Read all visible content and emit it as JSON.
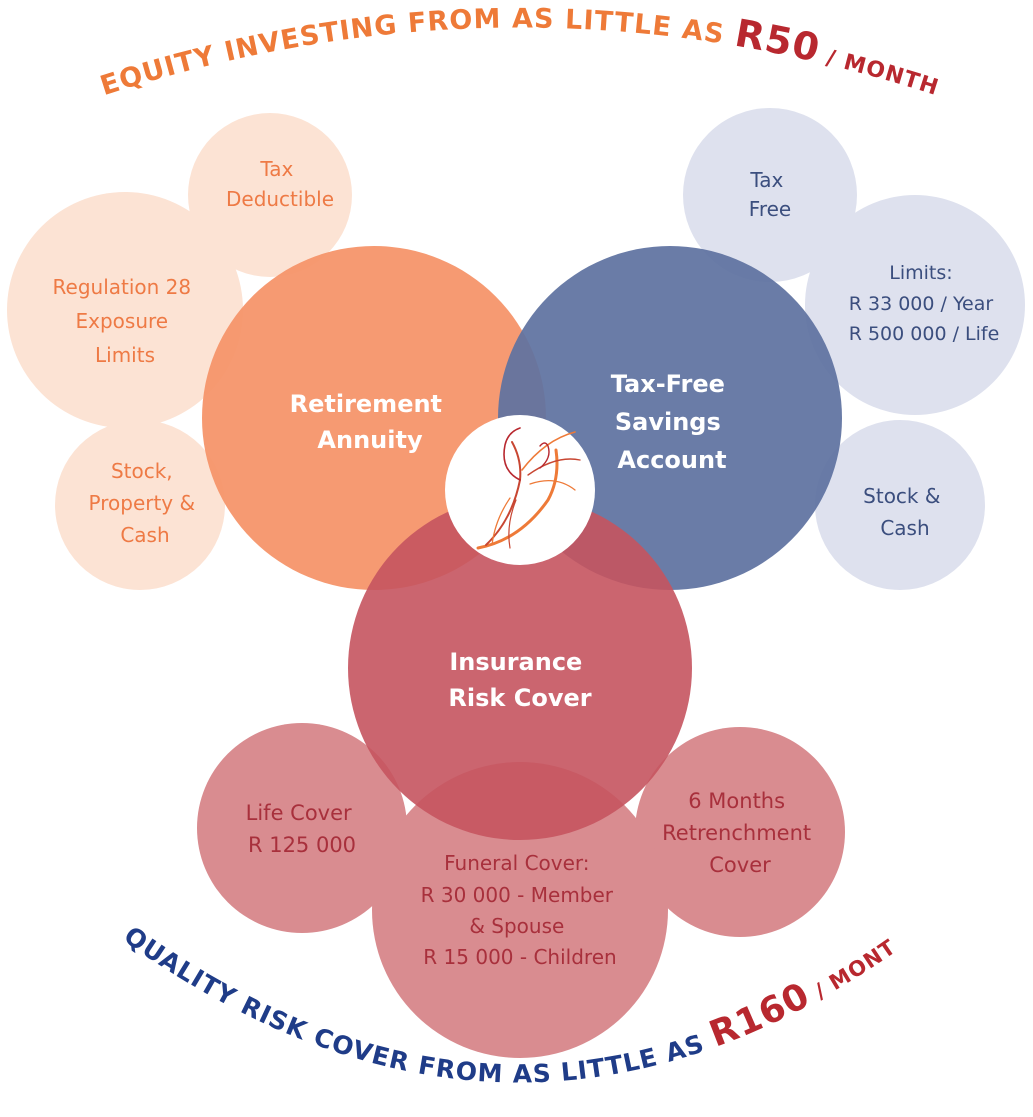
{
  "top_banner": {
    "text_main": "EQUITY INVESTING FROM AS LITTLE AS ",
    "amount": "R50",
    "suffix": " / MONTH"
  },
  "bottom_banner": {
    "text_main": "QUALITY RISK COVER FROM AS LITTLE AS ",
    "amount": "R160",
    "suffix": " / MONTH"
  },
  "products": {
    "retirement": {
      "line1": "Retirement",
      "line2": "Annuity"
    },
    "tfsa": {
      "line1": "Tax-Free",
      "line2": "Savings",
      "line3": "Account"
    },
    "insurance": {
      "line1": "Insurance",
      "line2": "Risk Cover"
    }
  },
  "retirement_features": {
    "tax": {
      "line1": "Tax",
      "line2": "Deductible"
    },
    "regulation": {
      "line1": "Regulation 28",
      "line2": "Exposure",
      "line3": "Limits"
    },
    "assets": {
      "line1": "Stock,",
      "line2": "Property &",
      "line3": "Cash"
    }
  },
  "tfsa_features": {
    "tax": {
      "line1": "Tax",
      "line2": "Free"
    },
    "limits": {
      "line1": "Limits:",
      "line2": "R 33 000 / Year",
      "line3": "R 500 000 / Life"
    },
    "assets": {
      "line1": "Stock &",
      "line2": "Cash"
    }
  },
  "insurance_features": {
    "life": {
      "line1": "Life Cover",
      "line2": "R 125 000"
    },
    "funeral": {
      "line1": "Funeral Cover:",
      "line2": "R 30 000 - Member",
      "line3": "& Spouse",
      "line4": "R 15 000 - Children"
    },
    "retrenchment": {
      "line1": "6 Months",
      "line2": "Retrenchment",
      "line3": "Cover"
    }
  },
  "colors": {
    "orange": "#F5956A",
    "orange_text": "#EE7A45",
    "orange_light": "#FCE3D4",
    "blue": "#5F72A0",
    "blue_text": "#3B4E7E",
    "blue_light": "#DEE1EE",
    "red": "#C85F68",
    "red_text": "#A8303C",
    "red_light": "#D98C90",
    "banner_orange": "#EE7A38",
    "banner_red": "#B8282F",
    "banner_navy": "#1F3C88"
  },
  "logo": {
    "icon": "phoenix-bird-icon"
  }
}
